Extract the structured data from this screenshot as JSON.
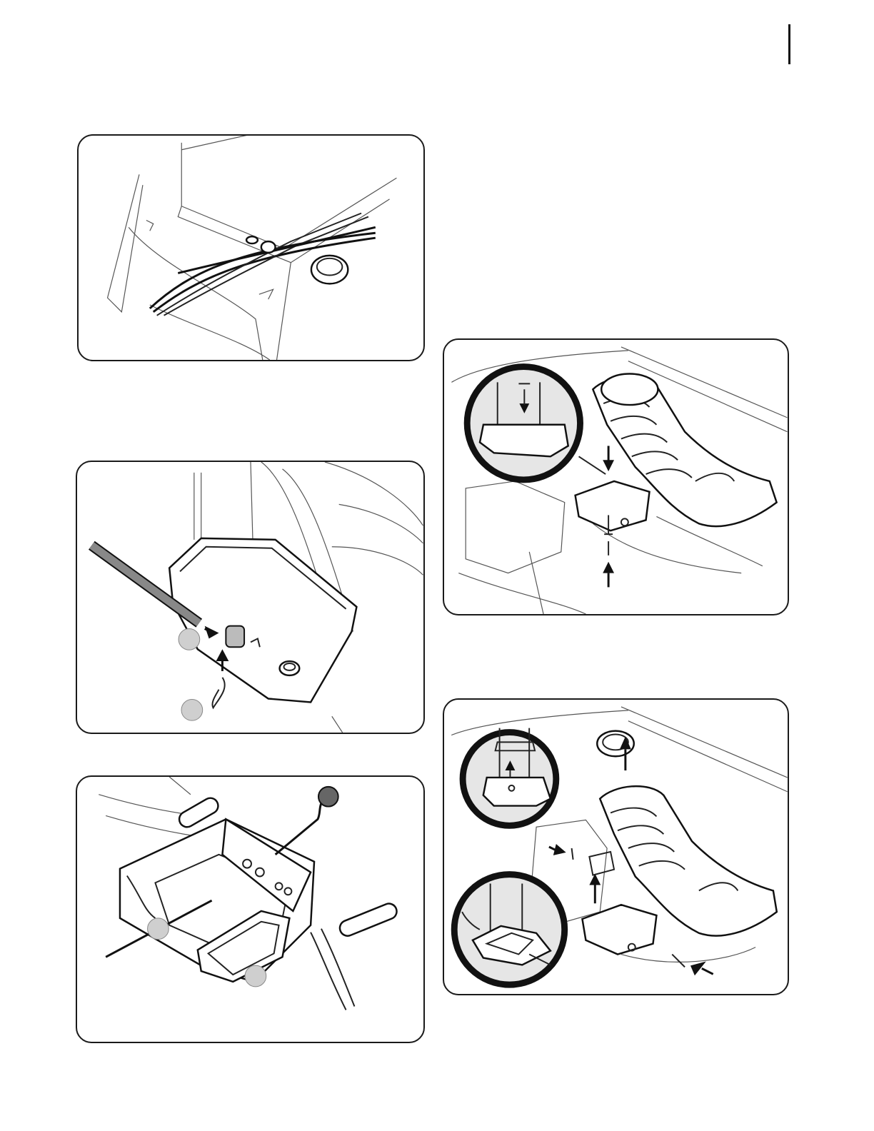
{
  "page": {
    "figures": [
      {
        "id": "cable-tie-harness",
        "callouts": []
      },
      {
        "id": "chute-rod-cotter-pin",
        "callouts": [
          {
            "label": ""
          },
          {
            "label": ""
          }
        ]
      },
      {
        "id": "shift-rod-handle-panel",
        "callouts": [
          {
            "label": ""
          },
          {
            "label": ""
          }
        ]
      },
      {
        "id": "chute-bracket-install",
        "callouts": []
      },
      {
        "id": "chute-bracket-removal",
        "callouts": []
      }
    ]
  },
  "colors": {
    "ink": "#111111",
    "callout_fill": "#cfcfcf",
    "background": "#ffffff"
  }
}
